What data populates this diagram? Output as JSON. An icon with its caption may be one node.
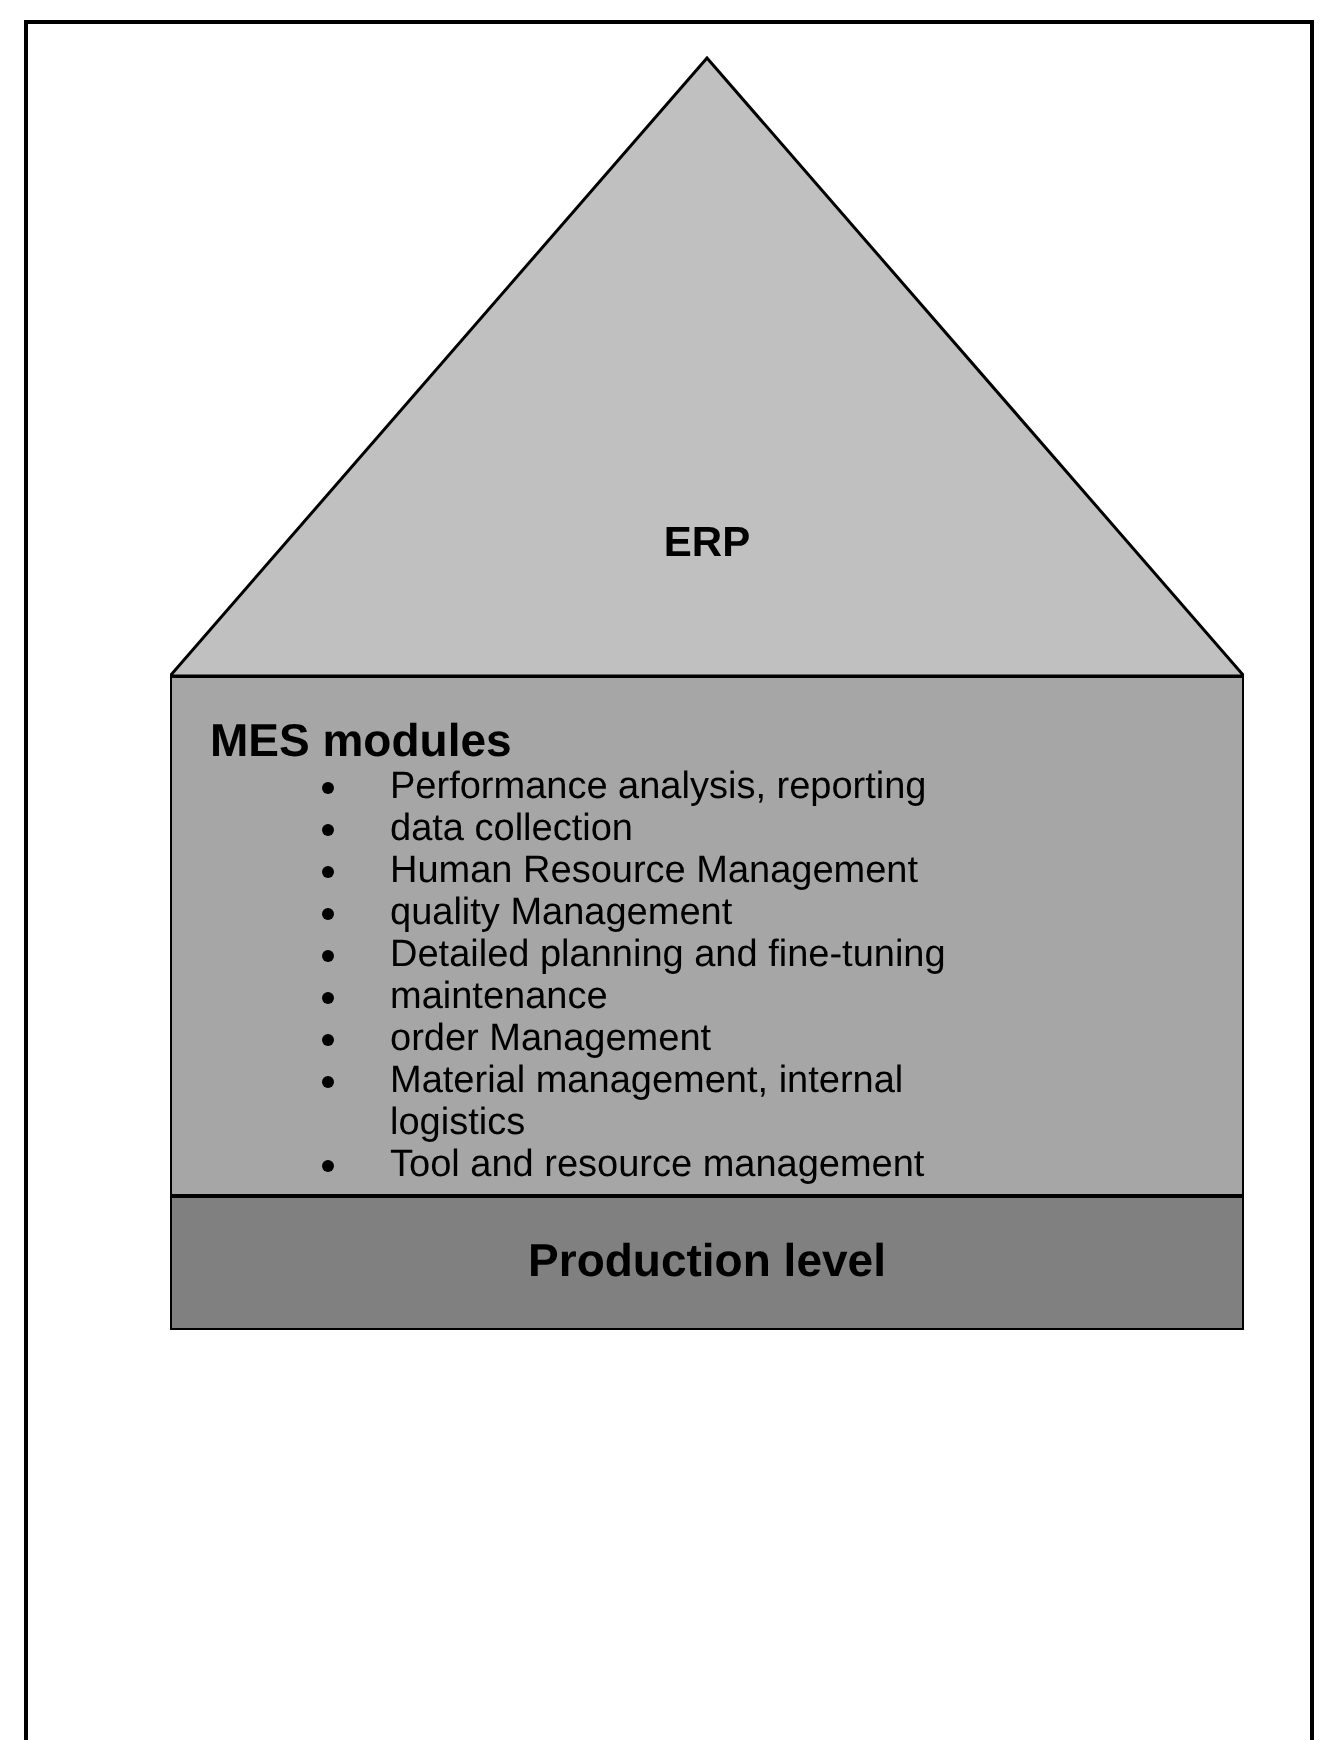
{
  "diagram": {
    "nodes": [
      {
        "text": [
          "ERP"
        ]
      },
      {
        "text": [
          "MES modules",
          "Performance analysis, reporting",
          "data collection",
          "Human Resource Management",
          "quality Management",
          "Detailed planning and fine-tuning",
          "maintenance",
          "order Management",
          "Material management, internal logistics",
          "Tool and resource management"
        ]
      },
      {
        "text": [
          "Production level"
        ]
      }
    ]
  }
}
